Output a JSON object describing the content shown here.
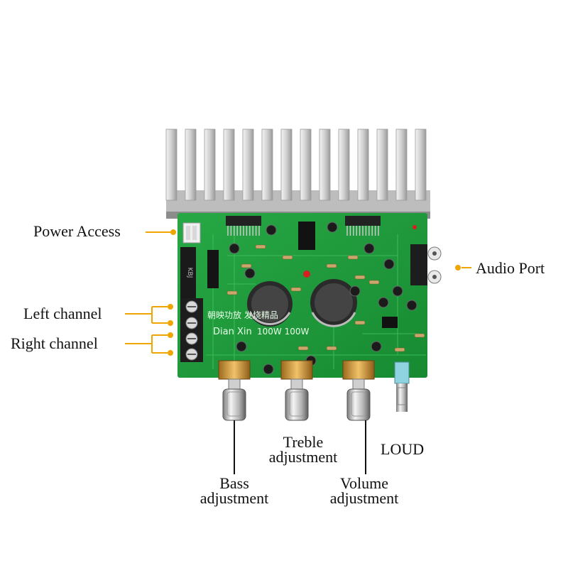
{
  "labels": {
    "power_access": "Power Access",
    "audio_port": "Audio Port",
    "left_channel": "Left channel",
    "right_channel": "Right channel",
    "treble": {
      "line1": "Treble",
      "line2": "adjustment"
    },
    "bass": {
      "line1": "Bass",
      "line2": "adjustment"
    },
    "volume": {
      "line1": "Volume",
      "line2": "adjustment"
    },
    "loud": "LOUD"
  },
  "board": {
    "silk_cn": "朝映功放 发烧精品",
    "silk_brand": "Dian Xin",
    "silk_power": "100W 100W"
  },
  "colors": {
    "pcb": "#1f9b3a",
    "heatsink": "#d9d9d9",
    "pointer": "#f0a500",
    "label_text": "#111111"
  }
}
